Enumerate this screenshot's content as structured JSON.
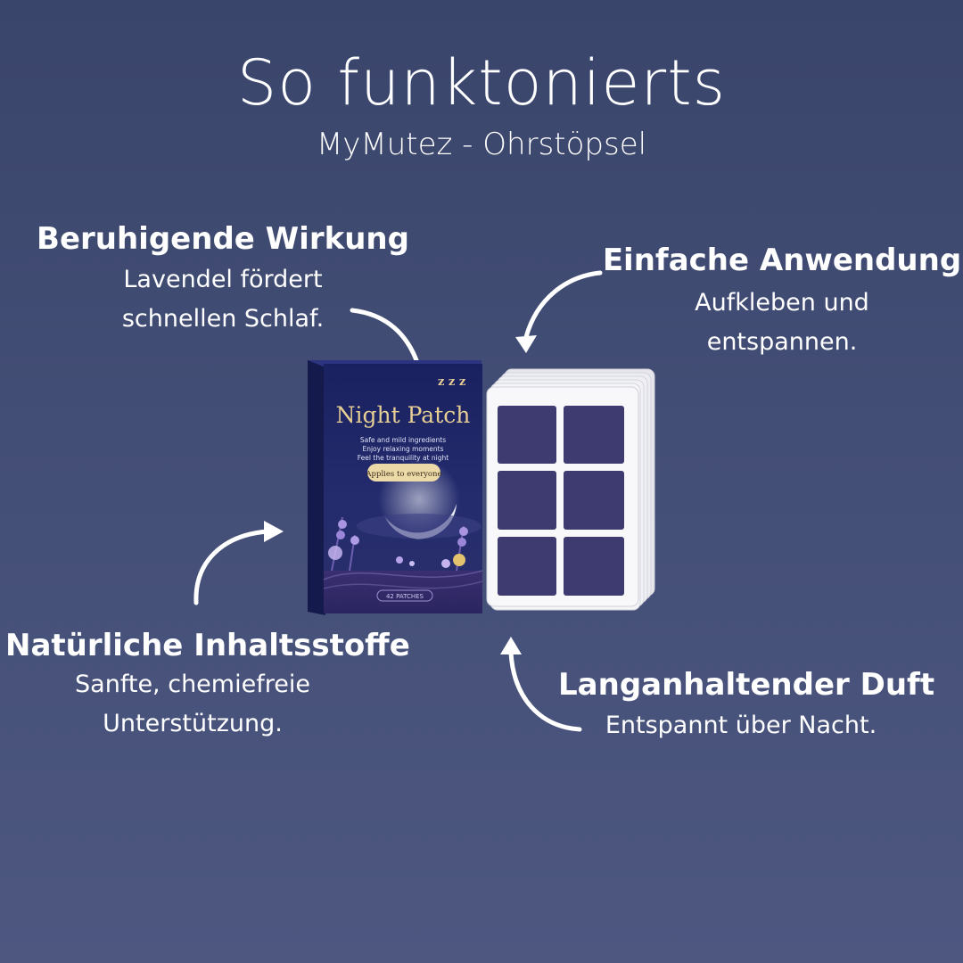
{
  "header": {
    "title": "So funktonierts",
    "subtitle": "MyMutez - Ohrstöpsel"
  },
  "features": {
    "calming": {
      "heading": "Beruhigende Wirkung",
      "line1": "Lavendel fördert",
      "line2": "schnellen Schlaf."
    },
    "easy": {
      "heading": "Einfache Anwendung",
      "line1": "Aufkleben und",
      "line2": "entspannen."
    },
    "natural": {
      "heading": "Natürliche Inhaltsstoffe",
      "line1": "Sanfte, chemiefreie",
      "line2": "Unterstützung."
    },
    "longlasting": {
      "heading": "Langanhaltender Duft",
      "line1": "Entspannt über Nacht."
    }
  },
  "product_box": {
    "name": "Night Patch",
    "tagline1": "Safe and mild ingredients",
    "tagline2": "Enjoy relaxing moments",
    "tagline3": "Feel the tranquility at night",
    "badge": "Applies to everyone",
    "count": "42 PATCHES",
    "zzz": "z z z"
  },
  "colors": {
    "background_top": "#3a456b",
    "background_bottom": "#4d5780",
    "box_navy": "#1d2560",
    "box_gold": "#e7cf94",
    "patch_purple": "#3e3b70",
    "sheet_white": "#f4f4f6"
  },
  "icons": [
    "curved-arrow-icon",
    "lavender-flower-icon",
    "moon-icon"
  ]
}
